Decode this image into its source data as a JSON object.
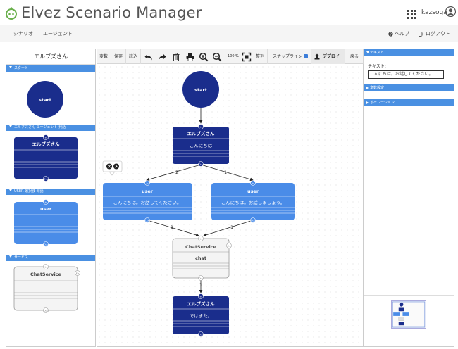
{
  "header": {
    "title": "Elvez Scenario Manager",
    "username": "kazsoga"
  },
  "menubar": {
    "scenario": "シナリオ",
    "agent": "エージェント",
    "help": "ヘルプ",
    "logout": "ログアウト"
  },
  "palette": {
    "title": "エルブズさん",
    "sections": {
      "start": "スタート",
      "agent_talk": "エルブズさん エージェント 発話",
      "user_talk": "USER 選択肢 発話",
      "service": "サービス"
    },
    "start_label": "start",
    "agent_label": "エルブズさん",
    "user_label": "user",
    "service_label": "ChatService",
    "port_in": "In",
    "port_out": "Out",
    "port_err": "Err"
  },
  "toolbar": {
    "variables": "変数",
    "save": "保存",
    "load": "読込",
    "zoom_level": "100 %",
    "arrange": "整列",
    "snapline": "スナップライン",
    "deploy": "デプロイ",
    "back": "戻る"
  },
  "canvas": {
    "start": "start",
    "agent_node": {
      "title": "エルブズさん",
      "text": "こんにちは"
    },
    "user_node_1": {
      "title": "user",
      "text": "こんにちは。お話してください。"
    },
    "user_node_2": {
      "title": "user",
      "text": "こんにちは。お話しましょう。"
    },
    "service_node": {
      "title": "ChatService",
      "text": "chat"
    },
    "end_node": {
      "title": "エルブズさん",
      "text": "ではまた。"
    },
    "edge_labels": {
      "left": "2",
      "right": "1",
      "u1_service": "1",
      "u2_service": "1",
      "service_end": "1"
    },
    "port_in": "In",
    "port_out": "Out",
    "port_err": "Err"
  },
  "right_panel": {
    "text_section": "テキスト",
    "text_label": "テキスト:",
    "text_value": "こんにちは。お話してください。",
    "variable_section": "変数設定",
    "operation_section": "オペレーション"
  },
  "colors": {
    "dark_node": "#1a2d8c",
    "light_node": "#4a8ce8",
    "section_header": "#4a90e2",
    "logo_green": "#6ab04c"
  }
}
